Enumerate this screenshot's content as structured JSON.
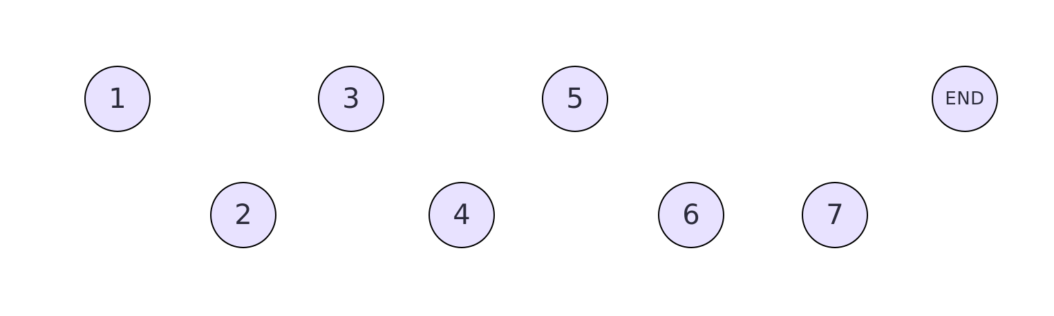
{
  "diagram": {
    "node_fill": "#E8E2FF",
    "node_stroke": "#000000",
    "text_color": "#2B2B3B",
    "nodes": [
      {
        "id": "n1",
        "label": "1"
      },
      {
        "id": "n2",
        "label": "2"
      },
      {
        "id": "n3",
        "label": "3"
      },
      {
        "id": "n4",
        "label": "4"
      },
      {
        "id": "n5",
        "label": "5"
      },
      {
        "id": "n6",
        "label": "6"
      },
      {
        "id": "n7",
        "label": "7"
      },
      {
        "id": "end",
        "label": "END"
      }
    ]
  }
}
